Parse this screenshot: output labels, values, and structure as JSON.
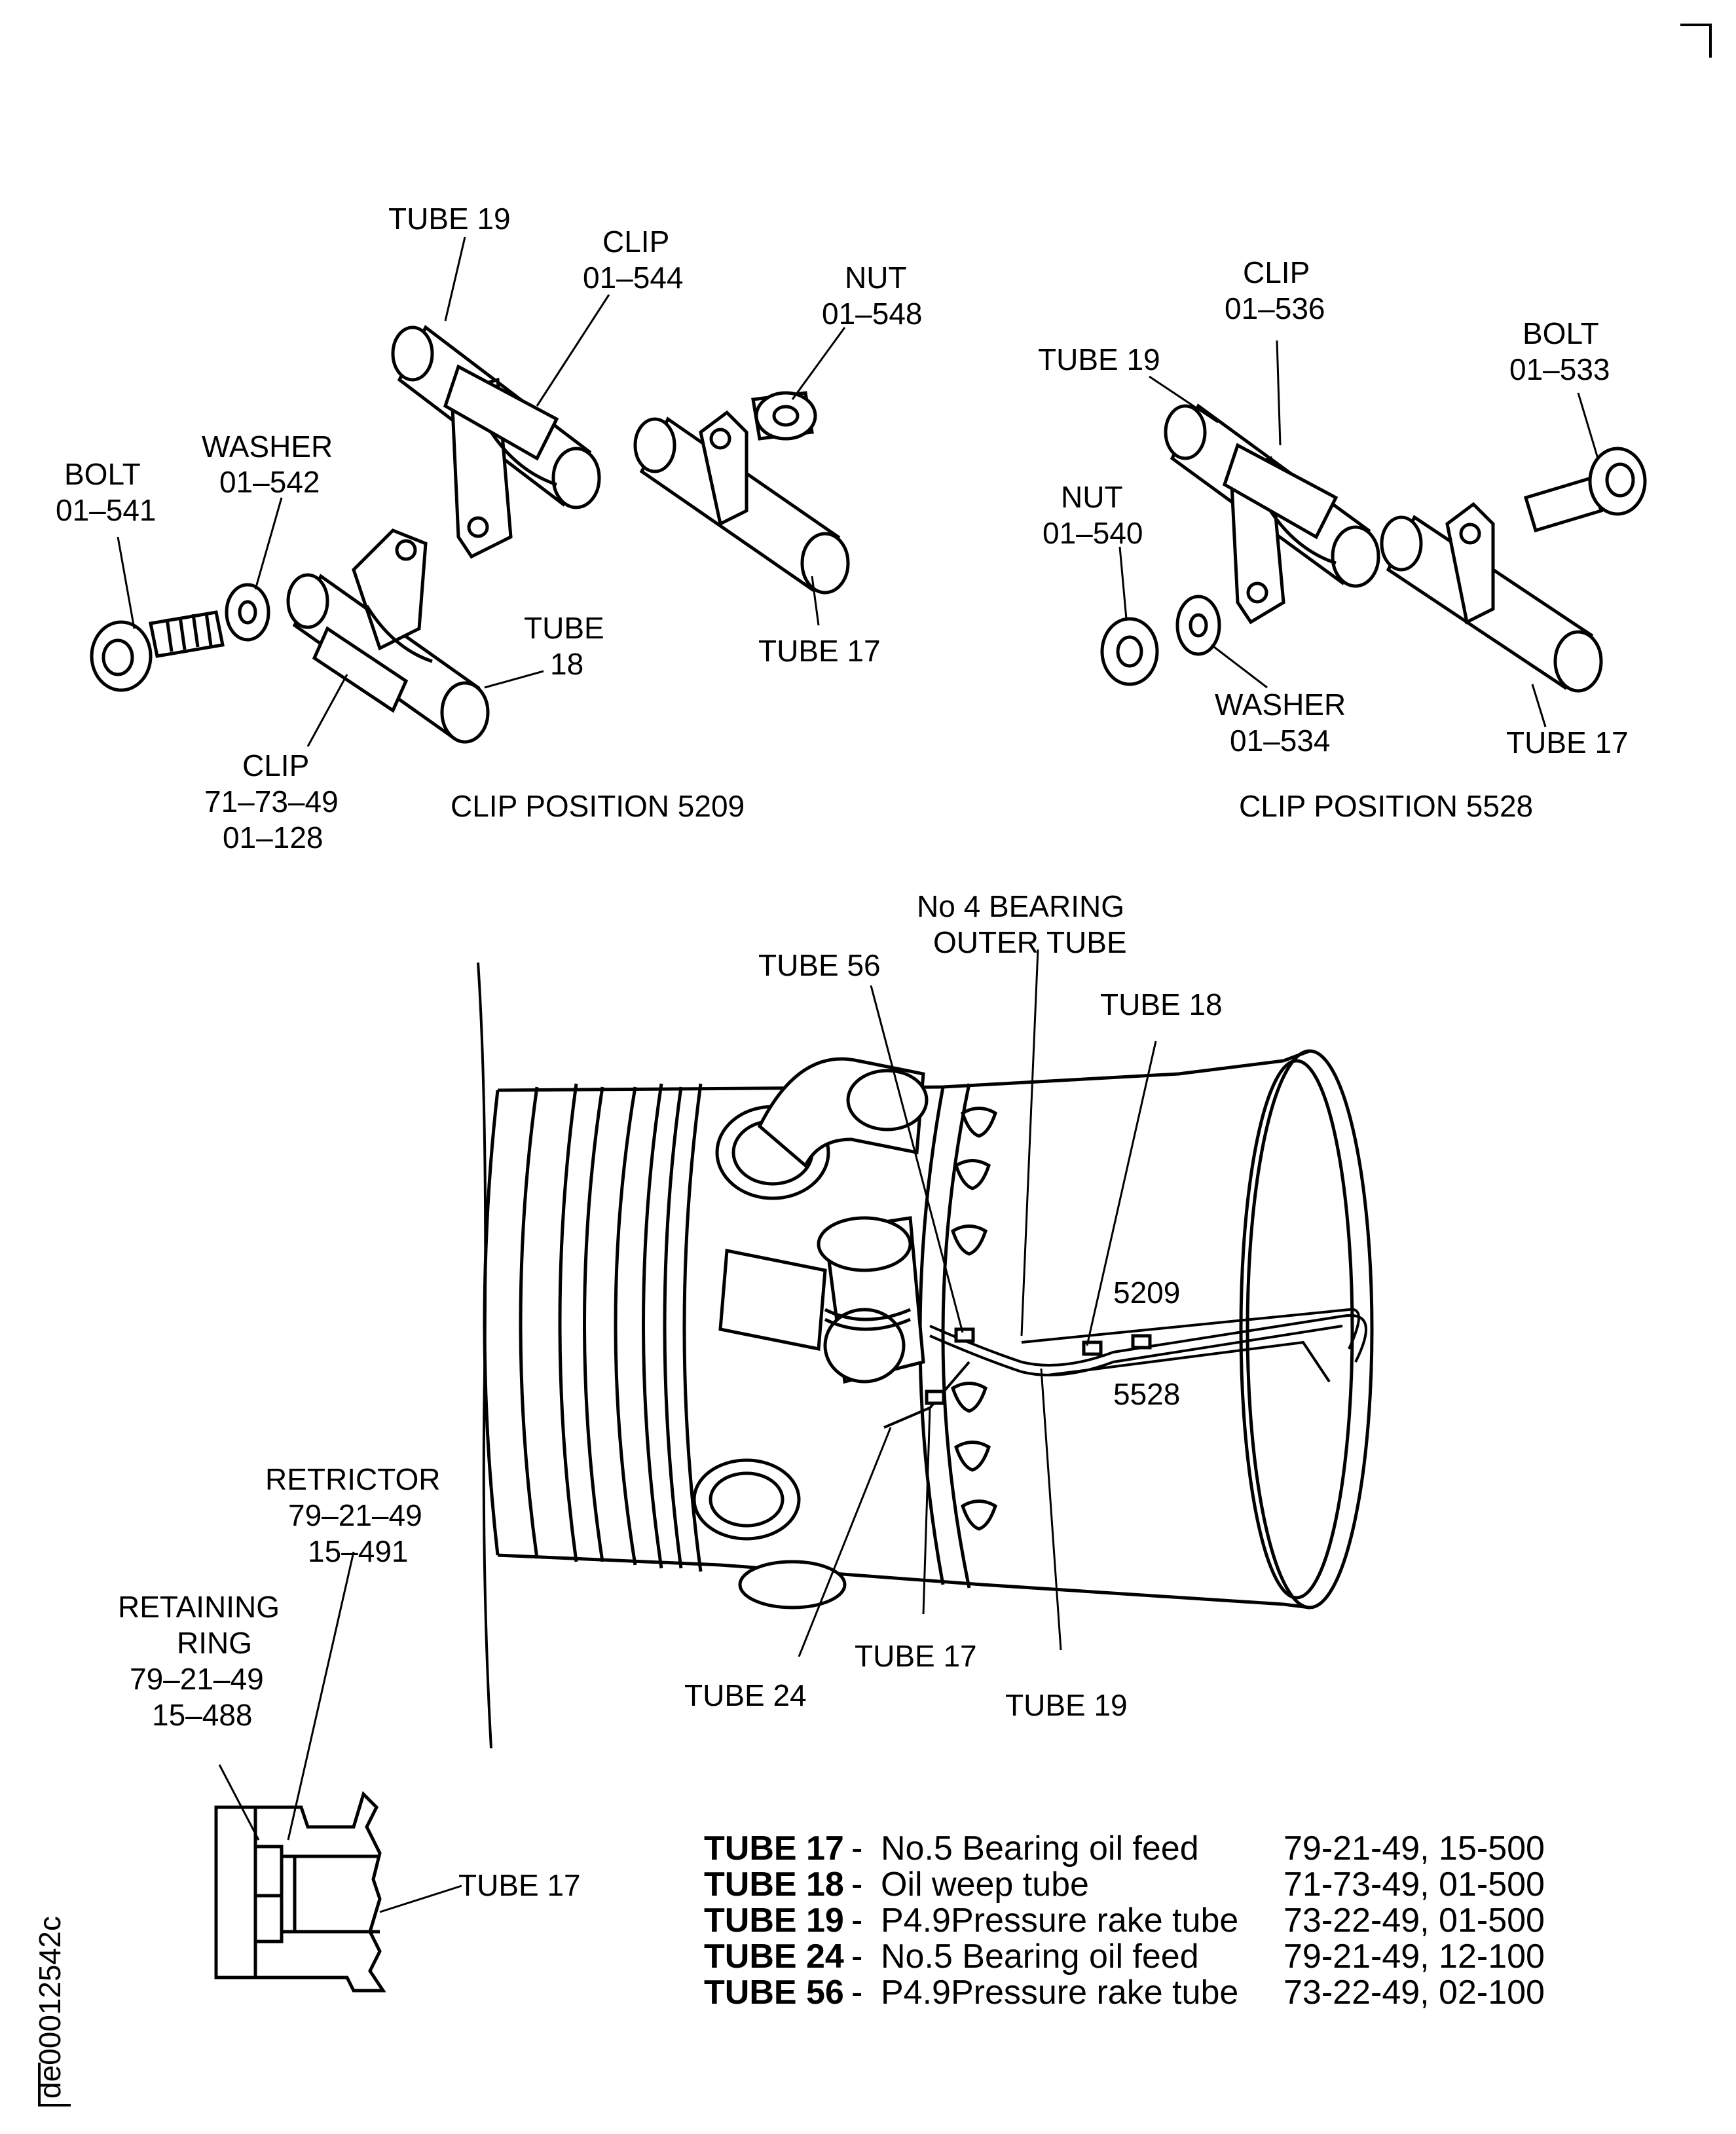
{
  "drawing_id": "de00012542c",
  "top_left": {
    "caption": "CLIP POSITION 5209",
    "tube19": "TUBE 19",
    "clip544": [
      "CLIP",
      "01–544"
    ],
    "nut548": [
      "NUT",
      "01–548"
    ],
    "washer542": [
      "WASHER",
      "01–542"
    ],
    "bolt541": [
      "BOLT",
      "01–541"
    ],
    "tube18": [
      "TUBE",
      "18"
    ],
    "tube17": "TUBE 17",
    "clip128": [
      "CLIP",
      "71–73–49",
      "01–128"
    ]
  },
  "top_right": {
    "caption": "CLIP POSITION 5528",
    "clip536": [
      "CLIP",
      "01–536"
    ],
    "bolt533": [
      "BOLT",
      "01–533"
    ],
    "tube19": "TUBE 19",
    "nut540": [
      "NUT",
      "01–540"
    ],
    "washer534": [
      "WASHER",
      "01–534"
    ],
    "tube17": "TUBE 17"
  },
  "main": {
    "bearing_outer": [
      "No 4 BEARING",
      "OUTER TUBE"
    ],
    "tube56": "TUBE 56",
    "tube18": "TUBE 18",
    "pos5209": "5209",
    "pos5528": "5528",
    "tube17": "TUBE 17",
    "tube24": "TUBE 24",
    "tube19": "TUBE 19",
    "retrictor": [
      "RETRICTOR",
      "79–21–49",
      "15–491"
    ],
    "retaining_ring": [
      "RETAINING",
      "RING",
      "79–21–49",
      "15–488"
    ],
    "detail_tube17": "TUBE 17"
  },
  "legend": [
    {
      "tube": "TUBE 17",
      "desc": "No.5 Bearing oil feed",
      "ref": "79-21-49, 15-500"
    },
    {
      "tube": "TUBE 18",
      "desc": "Oil weep tube",
      "ref": "71-73-49, 01-500"
    },
    {
      "tube": "TUBE 19",
      "desc": "P4.9Pressure rake tube",
      "ref": "73-22-49, 01-500"
    },
    {
      "tube": "TUBE 24",
      "desc": "No.5 Bearing oil feed",
      "ref": "79-21-49, 12-100"
    },
    {
      "tube": "TUBE 56",
      "desc": "P4.9Pressure rake tube",
      "ref": "73-22-49, 02-100"
    }
  ]
}
